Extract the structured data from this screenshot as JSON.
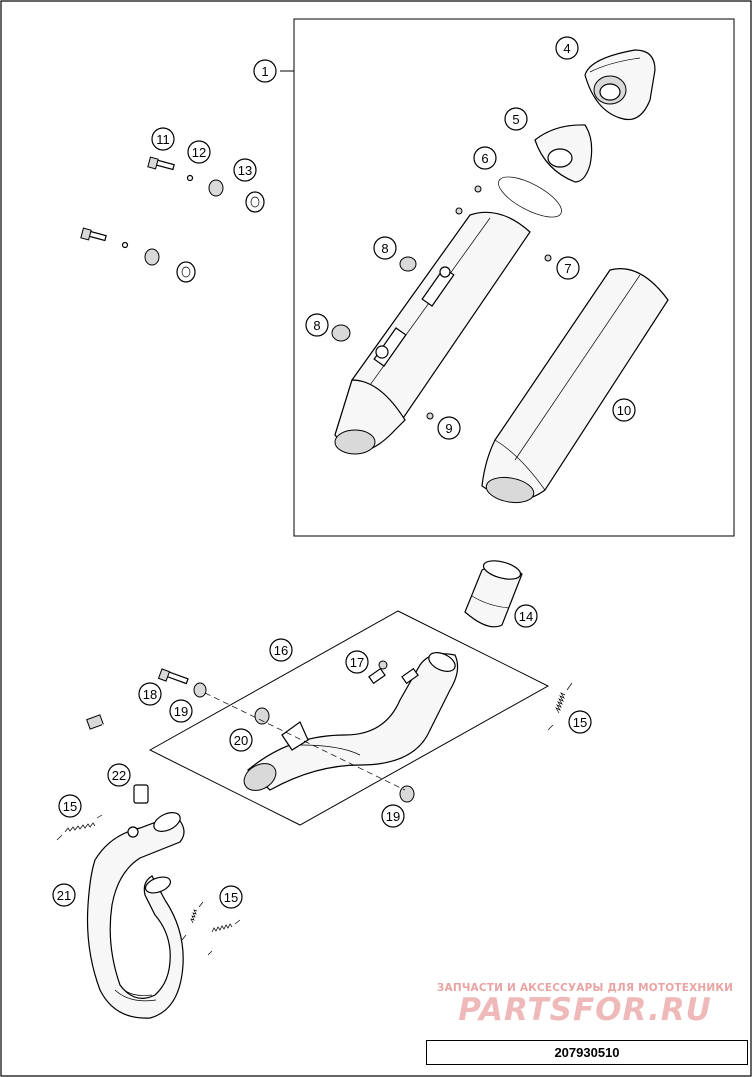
{
  "diagram": {
    "document_number": "207930510",
    "watermark": {
      "tagline": "ЗАПЧАСТИ И АКСЕССУАРЫ ДЛЯ МОТОТЕХНИКИ",
      "logo": "PARTSFOR.RU"
    },
    "callouts": [
      {
        "id": "c1",
        "label": "1"
      },
      {
        "id": "c4",
        "label": "4"
      },
      {
        "id": "c5",
        "label": "5"
      },
      {
        "id": "c6",
        "label": "6"
      },
      {
        "id": "c7",
        "label": "7"
      },
      {
        "id": "c8a",
        "label": "8"
      },
      {
        "id": "c8b",
        "label": "8"
      },
      {
        "id": "c9",
        "label": "9"
      },
      {
        "id": "c10",
        "label": "10"
      },
      {
        "id": "c11",
        "label": "11"
      },
      {
        "id": "c12",
        "label": "12"
      },
      {
        "id": "c13",
        "label": "13"
      },
      {
        "id": "c14",
        "label": "14"
      },
      {
        "id": "c15a",
        "label": "15"
      },
      {
        "id": "c15b",
        "label": "15"
      },
      {
        "id": "c15c",
        "label": "15"
      },
      {
        "id": "c16",
        "label": "16"
      },
      {
        "id": "c17",
        "label": "17"
      },
      {
        "id": "c18",
        "label": "18"
      },
      {
        "id": "c19a",
        "label": "19"
      },
      {
        "id": "c19b",
        "label": "19"
      },
      {
        "id": "c20",
        "label": "20"
      },
      {
        "id": "c21",
        "label": "21"
      },
      {
        "id": "c22",
        "label": "22"
      }
    ]
  }
}
